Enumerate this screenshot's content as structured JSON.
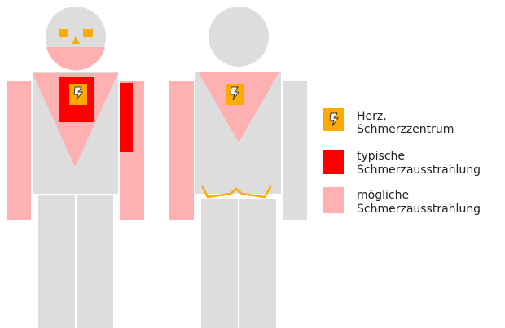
{
  "colors": {
    "body_gray": "#dddddd",
    "possible_pink": "#ffb0b0",
    "typical_red": "#ff0000",
    "heart_orange": "#ffaa00",
    "lightning_white": "#ffffff",
    "outline": "#333333"
  },
  "legend": {
    "heart": {
      "line1": "Herz,",
      "line2": "Schmerzzentrum",
      "icon": "lightning-bolt-icon"
    },
    "typical": {
      "line1": "typische",
      "line2": "Schmerzausstrahlung"
    },
    "possible": {
      "line1": "mögliche",
      "line2": "Schmerzausstrahlung"
    }
  }
}
